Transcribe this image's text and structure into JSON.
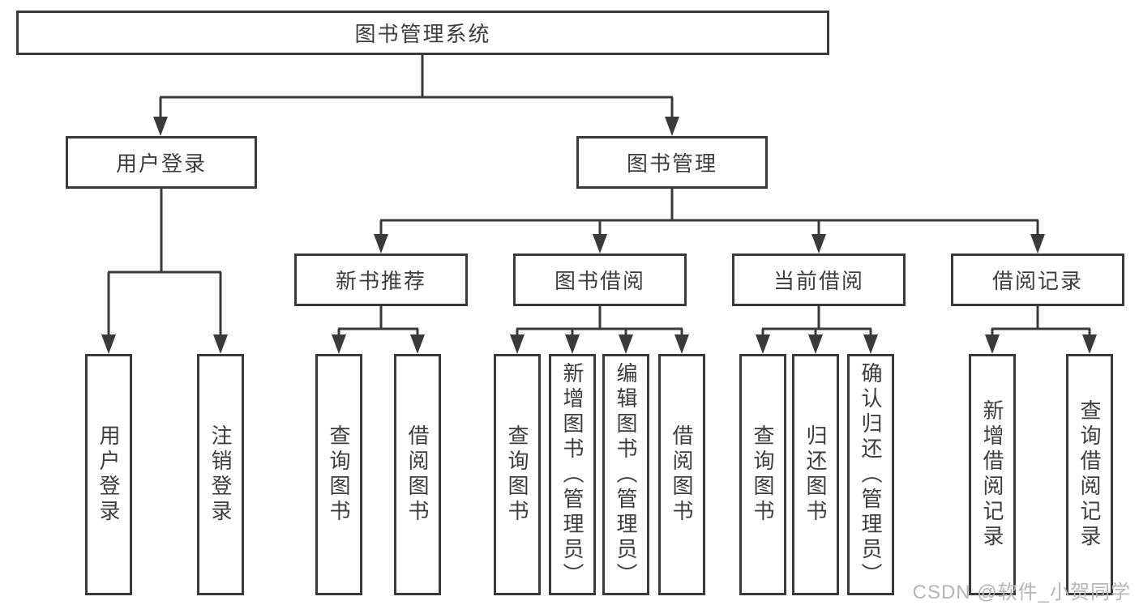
{
  "diagram": {
    "title": "图书管理系统",
    "root": "图书管理系统",
    "level2": [
      "用户登录",
      "图书管理"
    ],
    "level3": [
      "新书推荐",
      "图书借阅",
      "当前借阅",
      "借阅记录"
    ],
    "leaves_login": [
      "用户登录",
      "注销登录"
    ],
    "leaves_recommend": [
      "查询图书",
      "借阅图书"
    ],
    "leaves_borrow": [
      "查询图书",
      "新增图书（管理员）",
      "编辑图书（管理员）",
      "借阅图书"
    ],
    "leaves_current": [
      "查询图书",
      "归还图书",
      "确认归还（管理员）"
    ],
    "leaves_records": [
      "新增借阅记录",
      "查询借阅记录"
    ]
  },
  "watermark": "CSDN @软件_小贺同学",
  "colors": {
    "line": "#3a3a3a",
    "text": "#3d3d3d",
    "watermark": "#b5b5b5",
    "background": "#ffffff"
  }
}
